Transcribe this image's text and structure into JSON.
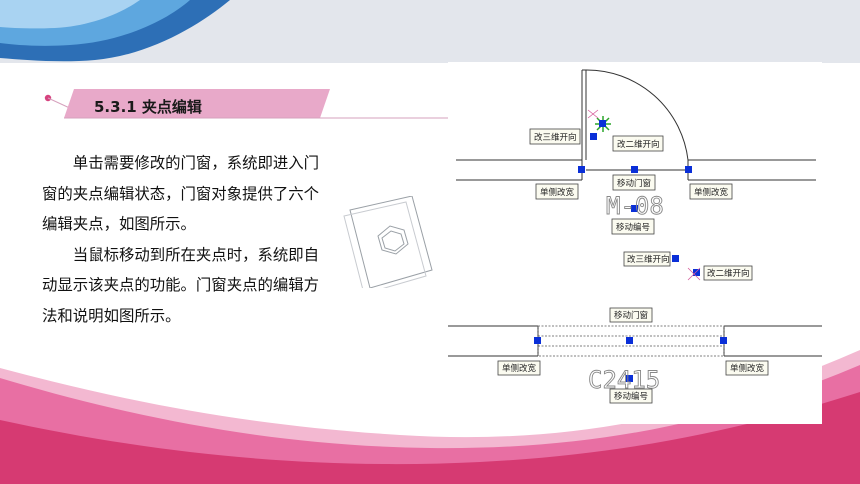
{
  "section_title": "5.3.1 夹点编辑",
  "paragraphs": [
    "单击需要修改的门窗，系统即进入门窗的夹点编辑状态，门窗对象提供了六个编辑夹点，如图所示。",
    "当鼠标移动到所在夹点时，系统即自动显示该夹点的功能。门窗夹点的编辑方法和说明如图所示。"
  ],
  "diagram": {
    "door": {
      "tag": "M-08",
      "labels": {
        "change_3d_left": "改三维开向",
        "change_2d": "改二维开向",
        "single_side_width_left": "单侧改宽",
        "move_door_window": "移动门窗",
        "single_side_width_right": "单侧改宽",
        "move_number": "移动编号"
      }
    },
    "loose": {
      "change_3d": "改三维开向",
      "change_2d": "改二维开向"
    },
    "window": {
      "tag": "C2415",
      "labels": {
        "move_door_window": "移动门窗",
        "single_side_width_left": "单侧改宽",
        "single_side_width_right": "单侧改宽",
        "move_number": "移动编号"
      }
    }
  },
  "colors": {
    "accent_pink": "#e8a9c9",
    "banner_pink": "#d63a72",
    "top_blue": "#3d83c4",
    "grip_blue": "#0a2fd8"
  }
}
